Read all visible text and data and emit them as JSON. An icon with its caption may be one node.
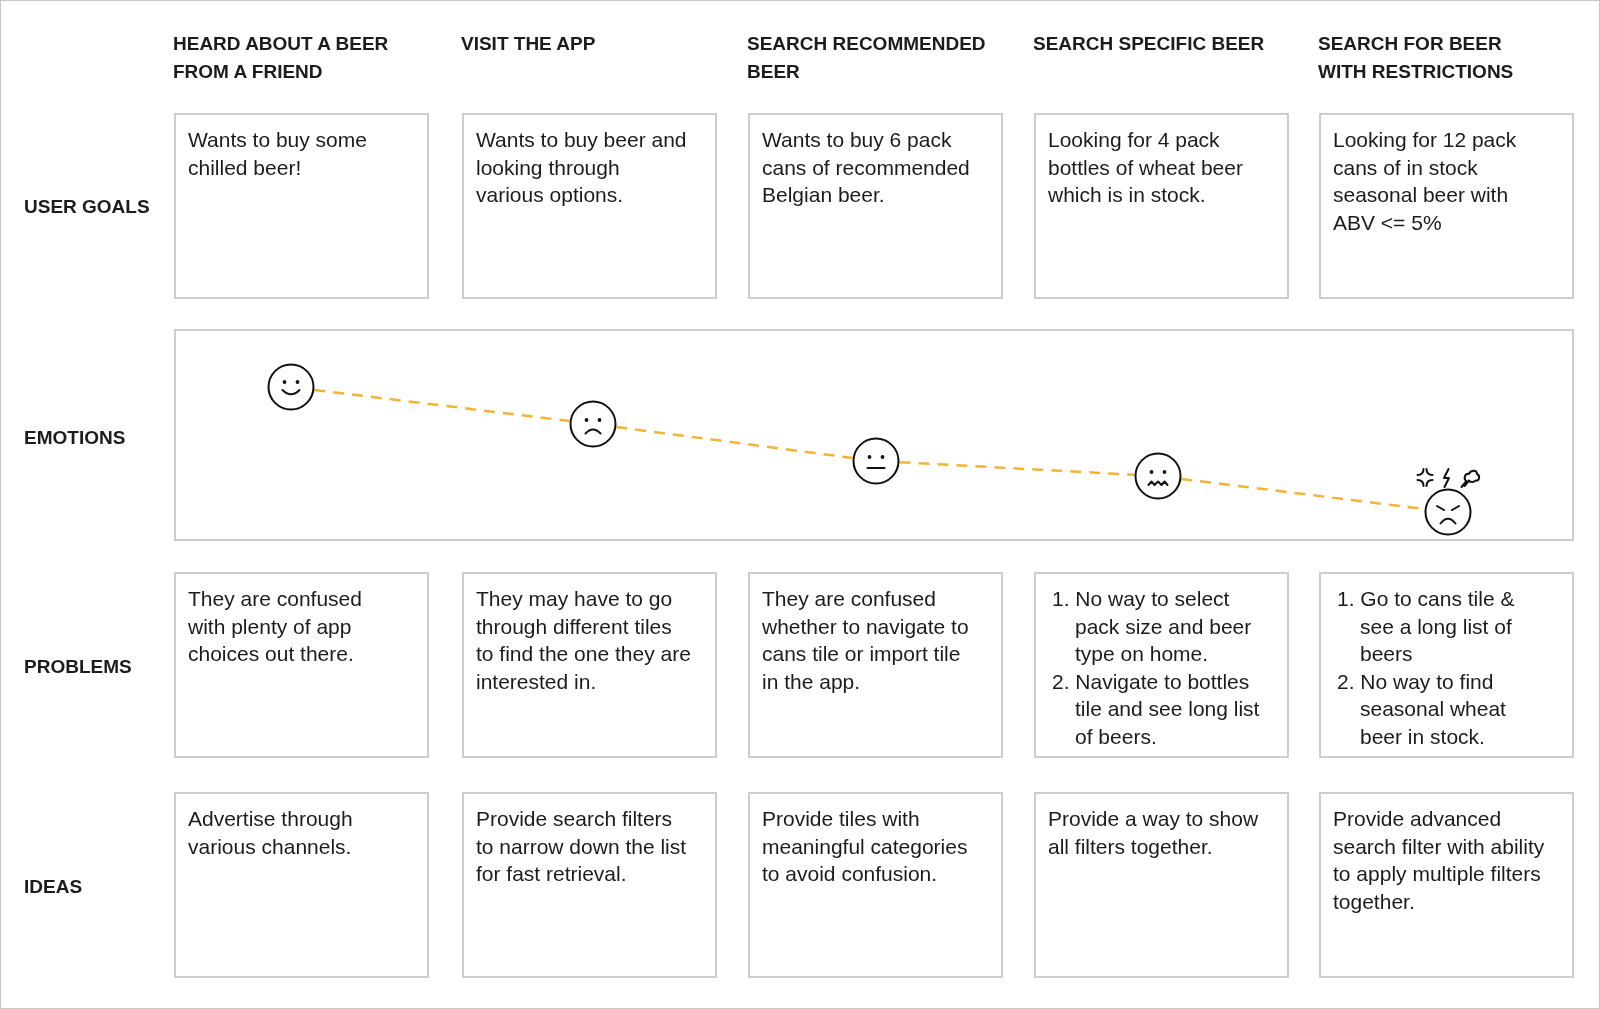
{
  "diagram": {
    "nodes": [
      {
        "text": [
          "Wants to buy some chilled beer!"
        ]
      },
      {
        "text": [
          "Wants to buy beer and looking through various options."
        ]
      },
      {
        "text": [
          "Wants to buy 6 pack cans of recommended Belgian beer."
        ]
      },
      {
        "text": [
          "Looking for 4 pack bottles of wheat beer which is in stock."
        ]
      },
      {
        "text": [
          "Looking for 12 pack cans of in stock seasonal beer with ABV <= 5%"
        ]
      },
      {
        "text": [],
        "shape": "box"
      },
      {
        "text": [],
        "shape": "picture",
        "in": 5
      },
      {
        "text": [],
        "shape": "picture",
        "in": 5
      },
      {
        "text": [],
        "shape": "picture",
        "in": 5
      },
      {
        "text": [],
        "shape": "picture",
        "in": 5
      },
      {
        "text": [],
        "shape": "picture",
        "in": 5
      },
      {
        "text": [
          "They are confused with plenty of app choices out there."
        ]
      },
      {
        "text": [
          "They may have to go through different tiles to find the one they are interested in."
        ]
      },
      {
        "text": [
          "They are confused whether to navigate to cans tile or import tile in the app."
        ]
      },
      {
        "text": [
          "1. No way to select pack size and beer type on home.",
          "2. Navigate to bottles tile and see long list of beers."
        ]
      },
      {
        "text": [
          "1. Go to cans tile & see a long list of beers",
          "2. No way to find seasonal wheat beer in stock."
        ]
      },
      {
        "text": [
          "Advertise through various channels."
        ]
      },
      {
        "text": [
          "Provide search filters to narrow down the list for fast retrieval."
        ]
      },
      {
        "text": [
          "Provide tiles with meaningful categories to avoid confusion."
        ]
      },
      {
        "text": [
          "Provide a way to show all filters together."
        ]
      },
      {
        "text": [
          "Provide advanced search filter with ability to apply multiple filters together."
        ]
      }
    ],
    "edges": [
      {
        "from": 6,
        "to": 7,
        "arrow": "none",
        "style": "dashed",
        "color": "#f5b335"
      },
      {
        "from": 7,
        "to": 8,
        "arrow": "none",
        "style": "dashed",
        "color": "#f5b335"
      },
      {
        "from": 8,
        "to": 9,
        "arrow": "none",
        "style": "dashed",
        "color": "#f5b335"
      },
      {
        "from": 9,
        "to": 10,
        "arrow": "none",
        "style": "dashed",
        "color": "#f5b335"
      }
    ],
    "labels": [
      "HEARD ABOUT A BEER FROM A FRIEND",
      "VISIT THE APP",
      "SEARCH RECOMMENDED BEER",
      "SEARCH SPECIFIC BEER",
      "SEARCH FOR BEER WITH RESTRICTIONS",
      "USER GOALS",
      "EMOTIONS",
      "PROBLEMS",
      "IDEAS"
    ]
  }
}
